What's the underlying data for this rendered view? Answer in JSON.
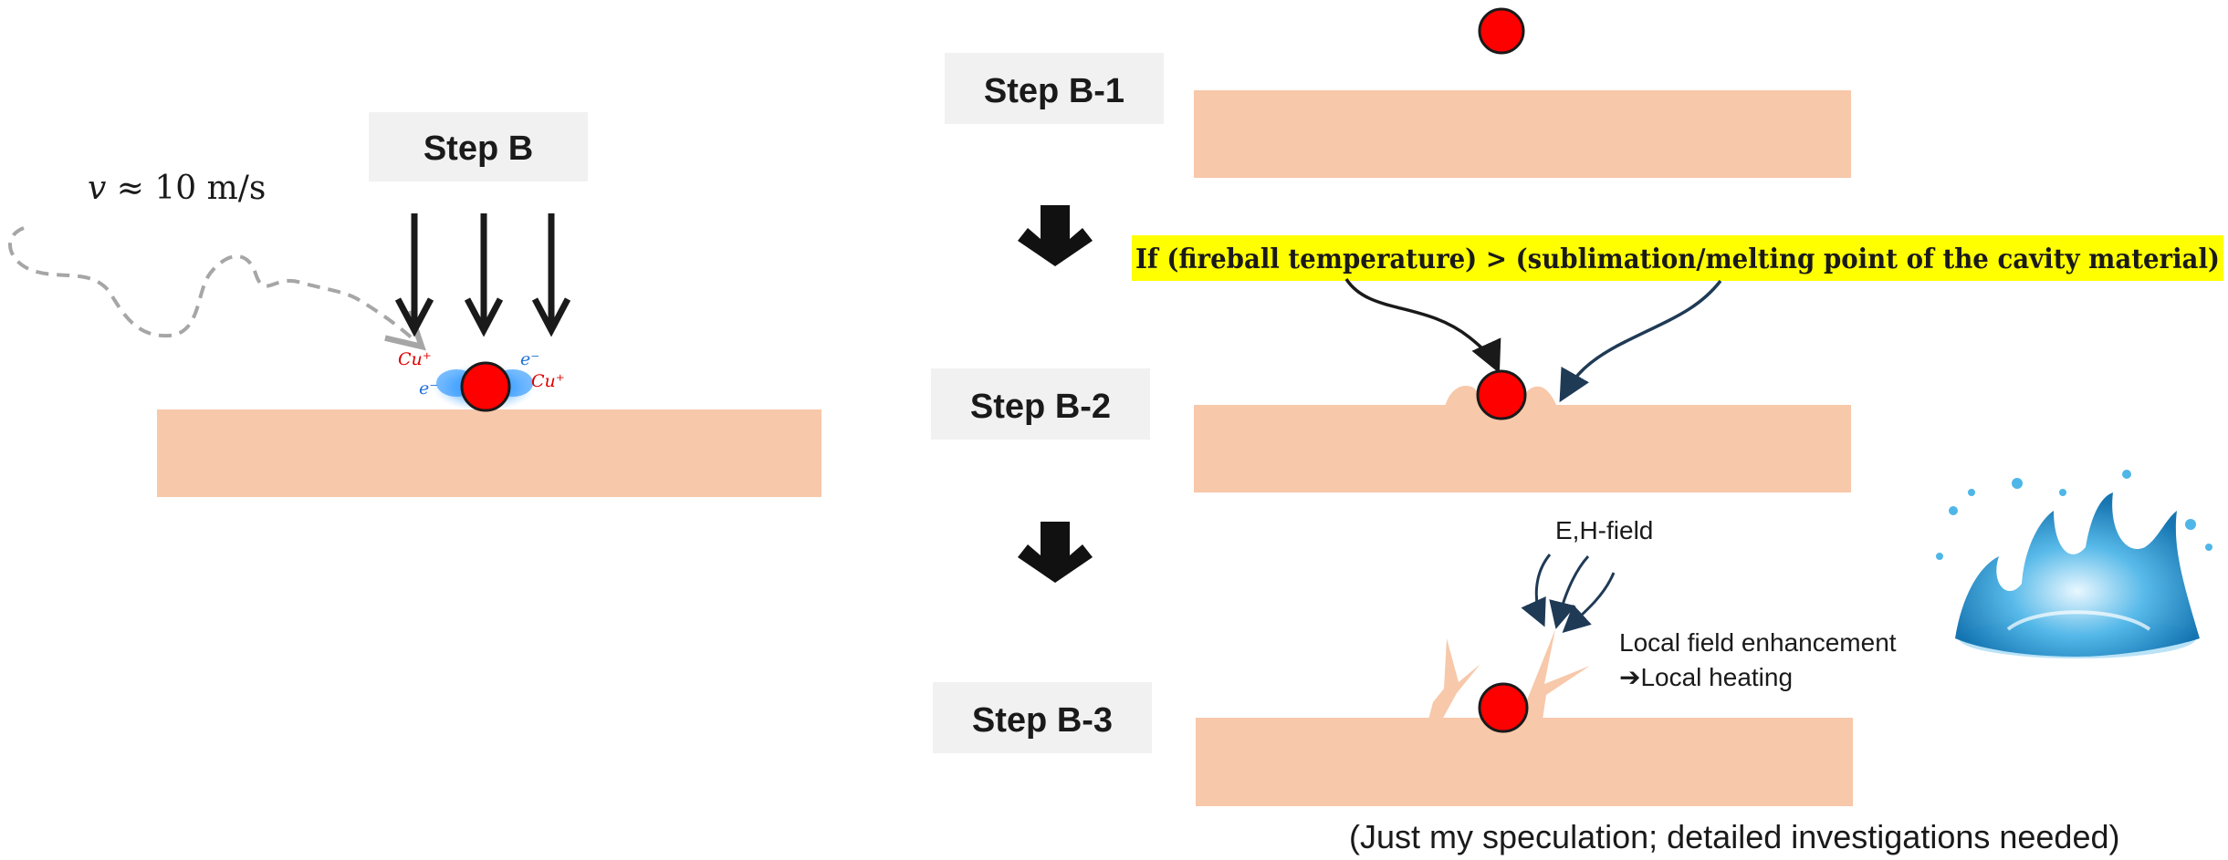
{
  "colors": {
    "plate": "#f7c8aa",
    "ball": "#ff0000",
    "highlight": "#ffff00",
    "step_box": "#f1f1f1",
    "plasma": "#1e90ff",
    "cu_ion": "#e00000",
    "electron": "#1f6fd6",
    "dark_arrow": "#1f3a55"
  },
  "left_panel": {
    "step_label": "Step B",
    "velocity_label": "𝑣 ≈ 10 m/s",
    "ions": {
      "cu_top": "Cu⁺",
      "cu_right": "Cu⁺",
      "e_top": "e⁻",
      "e_left": "e⁻"
    }
  },
  "right_panel": {
    "steps": [
      "Step B-1",
      "Step B-2",
      "Step B-3"
    ],
    "condition_text": "If (fireball temperature) > (sublimation/melting point of the cavity material)",
    "field_label": "E,H-field",
    "enhancement_line1": "Local field enhancement",
    "enhancement_line2": "➔Local heating",
    "note": "(Just my speculation; detailed investigations needed)"
  },
  "icons": [
    "down-arrow-icon",
    "splash-image"
  ]
}
